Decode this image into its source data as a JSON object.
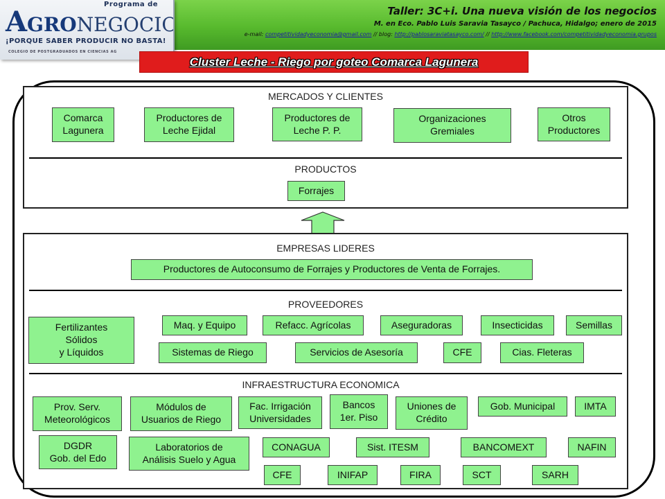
{
  "header": {
    "logo": {
      "program_label": "Programa de",
      "brand_a": "A",
      "brand_gro": "GRO",
      "brand_neg": "NEGOCIOS",
      "slogan": "¡PORQUE SABER PRODUCIR NO BASTA!",
      "college": "COLEGIO DE POSTGRADUADOS EN CIENCIAS AG"
    },
    "title": "Taller: 3C+i. Una nueva visión de los negocios",
    "author": "M. en Eco. Pablo Luis Saravia Tasayco / Pachuca, Hidalgo; enero de 2015",
    "email_prefix": "e-mail:",
    "email": "competitividadyeconomia@gmail.com",
    "blog_prefix": "// blog:",
    "blog": "http://pablosaraviatasayco.com/",
    "sep": "//",
    "facebook": "http://www.facebook.com/competitividadyeconomia.grupos"
  },
  "banner": "Cluster Leche - Riego por goteo Comarca Lagunera",
  "colors": {
    "header_green": "#57b92d",
    "banner_red": "#e01c1c",
    "box_green": "#8ff28f",
    "link_blue": "#1a1aa6"
  },
  "market": {
    "title": "MERCADOS Y CLIENTES",
    "items": [
      "Comarca\nLagunera",
      "Productores de\nLeche Ejidal",
      "Productores de\nLeche P. P.",
      "Organizaciones\nGremiales",
      "Otros\nProductores"
    ]
  },
  "products": {
    "title": "PRODUCTOS",
    "items": [
      "Forrajes"
    ]
  },
  "arrow_icon": "up-arrow-icon",
  "leaders": {
    "title": "EMPRESAS LIDERES",
    "item": "Productores de Autoconsumo de Forrajes y Productores de Venta de Forrajes."
  },
  "suppliers": {
    "title": "PROVEEDORES",
    "items": [
      "Fertilizantes\nSólidos\ny Líquidos",
      "Maq. y Equipo",
      "Refacc. Agrícolas",
      "Aseguradoras",
      "Insecticidas",
      "Semillas",
      "Sistemas de Riego",
      "Servicios de Asesoría",
      "CFE",
      "Cias. Fleteras"
    ]
  },
  "infrastructure": {
    "title": "INFRAESTRUCTURA ECONOMICA",
    "items": [
      "Prov. Serv.\nMeteorológicos",
      "Módulos de\nUsuarios de Riego",
      "Fac. Irrigación\nUniversidades",
      "Bancos\n1er. Piso",
      "Uniones de\nCrédito",
      "Gob. Municipal",
      "IMTA",
      "DGDR\nGob. del Edo",
      "Laboratorios de\nAnálisis Suelo y Agua",
      "CONAGUA",
      "Sist. ITESM",
      "BANCOMEXT",
      "NAFIN",
      "CFE",
      "INIFAP",
      "FIRA",
      "SCT",
      "SARH"
    ]
  }
}
